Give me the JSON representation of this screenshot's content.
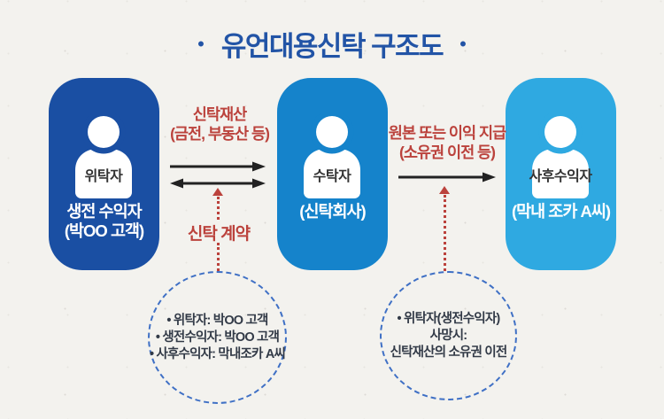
{
  "title": {
    "dot": "•",
    "text": "유언대용신탁 구조도"
  },
  "boxes": [
    {
      "role": "위탁자",
      "lines": [
        "생전 수익자",
        "(박OO 고객)"
      ],
      "color": "#1a4fa3"
    },
    {
      "role": "수탁자",
      "lines": [
        "(신탁회사)"
      ],
      "color": "#1583cb"
    },
    {
      "role": "사후수익자",
      "lines": [
        "(막내 조카 A씨)"
      ],
      "color": "#2fa9e1"
    }
  ],
  "flows": [
    {
      "label": [
        "신탁재산",
        "(금전, 부동산 등)"
      ],
      "direction": "both",
      "connector_label": "신탁 계약"
    },
    {
      "label": [
        "원본 또는 이익 지급",
        "(소유권 이전 등)"
      ],
      "direction": "right"
    }
  ],
  "notes": [
    {
      "lines": [
        "• 위탁자: 박OO 고객",
        "• 생전수익자: 박OO 고객",
        "• 사후수익자: 막내조카 A씨"
      ]
    },
    {
      "lines": [
        "• 위탁자(생전수익자)",
        "사망시:",
        "신탁재산의 소유권 이전"
      ]
    }
  ],
  "colors": {
    "background": "#f3f2ee",
    "title_blue": "#2254a6",
    "box_dark_blue": "#1a4fa3",
    "box_mid_blue": "#1583cb",
    "box_light_blue": "#2fa9e1",
    "accent_red": "#bb423c",
    "arrow_black": "#222222",
    "note_border_blue": "#3f70c5",
    "note_text": "#323a47"
  }
}
